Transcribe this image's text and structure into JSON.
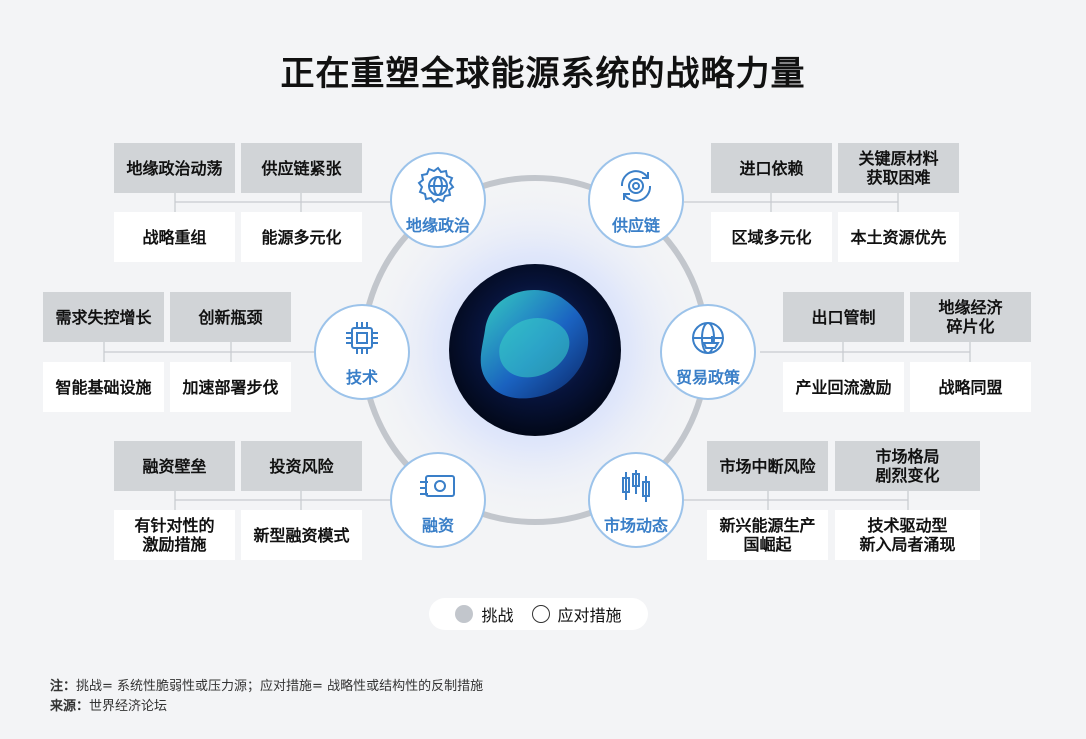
{
  "title": "正在重塑全球能源系统的战略力量",
  "nodes": [
    {
      "key": "geo",
      "label": "地缘政治",
      "icon": "gear-globe-icon",
      "challenges": [
        "地缘政治动荡",
        "供应链紧张"
      ],
      "responses": [
        "战略重组",
        "能源多元化"
      ]
    },
    {
      "key": "supply",
      "label": "供应链",
      "icon": "gear-cycle-icon",
      "challenges": [
        "进口依赖",
        "关键原材料\n获取困难"
      ],
      "responses": [
        "区域多元化",
        "本土资源优先"
      ]
    },
    {
      "key": "tech",
      "label": "技术",
      "icon": "chip-icon",
      "challenges": [
        "需求失控增长",
        "创新瓶颈"
      ],
      "responses": [
        "智能基础设施",
        "加速部署步伐"
      ]
    },
    {
      "key": "trade",
      "label": "贸易政策",
      "icon": "globe-ship-icon",
      "challenges": [
        "出口管制",
        "地缘经济\n碎片化"
      ],
      "responses": [
        "产业回流激励",
        "战略同盟"
      ]
    },
    {
      "key": "finance",
      "label": "融资",
      "icon": "money-icon",
      "challenges": [
        "融资壁垒",
        "投资风险"
      ],
      "responses": [
        "有针对性的\n激励措施",
        "新型融资模式"
      ]
    },
    {
      "key": "market",
      "label": "市场动态",
      "icon": "candlestick-icon",
      "challenges": [
        "市场中断风险",
        "市场格局\n剧烈变化"
      ],
      "responses": [
        "新兴能源生产\n国崛起",
        "技术驱动型\n新入局者涌现"
      ]
    }
  ],
  "legend": {
    "challenge": "挑战",
    "response": "应对措施"
  },
  "notes": {
    "note_label": "注：",
    "note_text": "挑战= 系统性脆弱性或压力源；应对措施= 战略性或结构性的反制措施",
    "source_label": "来源：",
    "source_text": "世界经济论坛"
  },
  "colors": {
    "challenge": "#d1d4d7",
    "response": "#ffffff",
    "accent": "#3a7fc8",
    "node_border": "#9cc3ea",
    "ring": "#c2c6cc"
  }
}
